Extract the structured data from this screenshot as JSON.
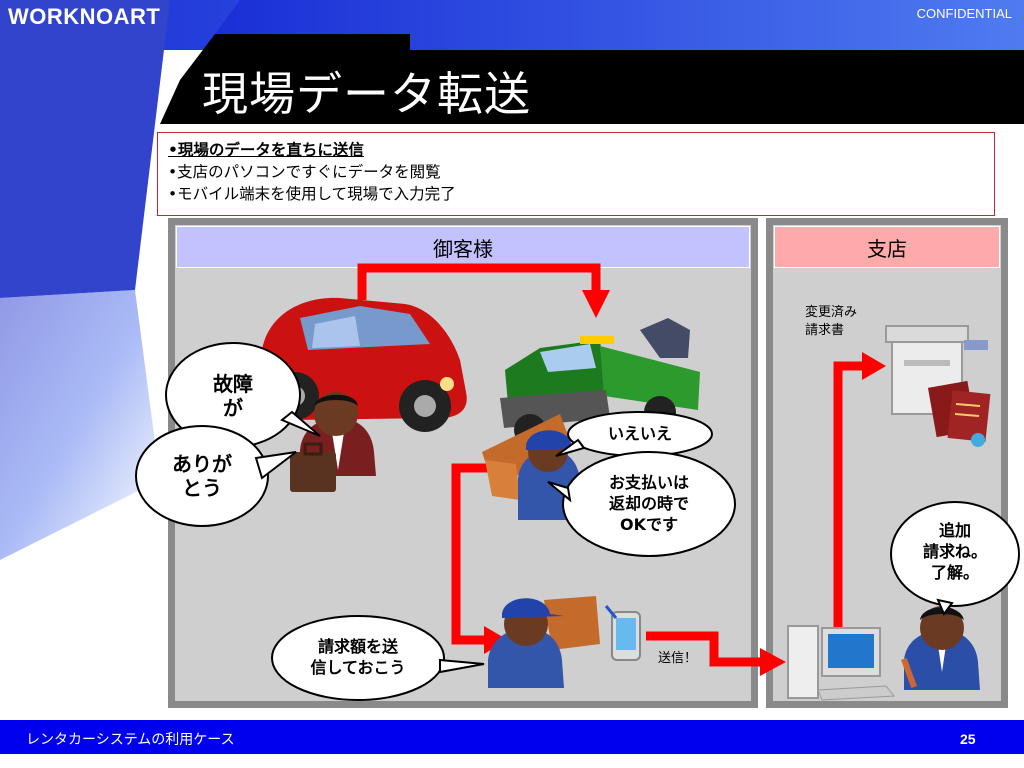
{
  "header": {
    "brand": "WORKNOART",
    "confidential": "CONFIDENTIAL",
    "title": "現場データ転送"
  },
  "bullets": [
    "•現場のデータを直ちに送信",
    "•支店のパソコンですぐにデータを閲覧",
    "•モバイル端末を使用して現場で入力完了"
  ],
  "sections": {
    "customer": "御客様",
    "branch": "支店"
  },
  "labels": {
    "changed_invoice_line1": "変更済み",
    "changed_invoice_line2": "請求書",
    "send": "送信！"
  },
  "bubbles": {
    "breakdown_l1": "故障",
    "breakdown_l2": "が",
    "thanks_l1": "ありが",
    "thanks_l2": "とう",
    "no_no": "いえいえ",
    "payment_l1": "お支払いは",
    "payment_l2": "返却の時で",
    "payment_l3": "OKです",
    "send_bill_l1": "請求額を送",
    "send_bill_l2": "信しておこう",
    "additional_l1": "追加",
    "additional_l2": "請求ね。",
    "additional_l3": "了解。"
  },
  "footer": {
    "text": "レンタカーシステムの利用ケース",
    "page": "25"
  },
  "colors": {
    "brand_blue": "#0000ee",
    "arrow_red": "#ff0000",
    "customer_header": "#c2c2ff",
    "branch_header": "#ffaaaa"
  }
}
